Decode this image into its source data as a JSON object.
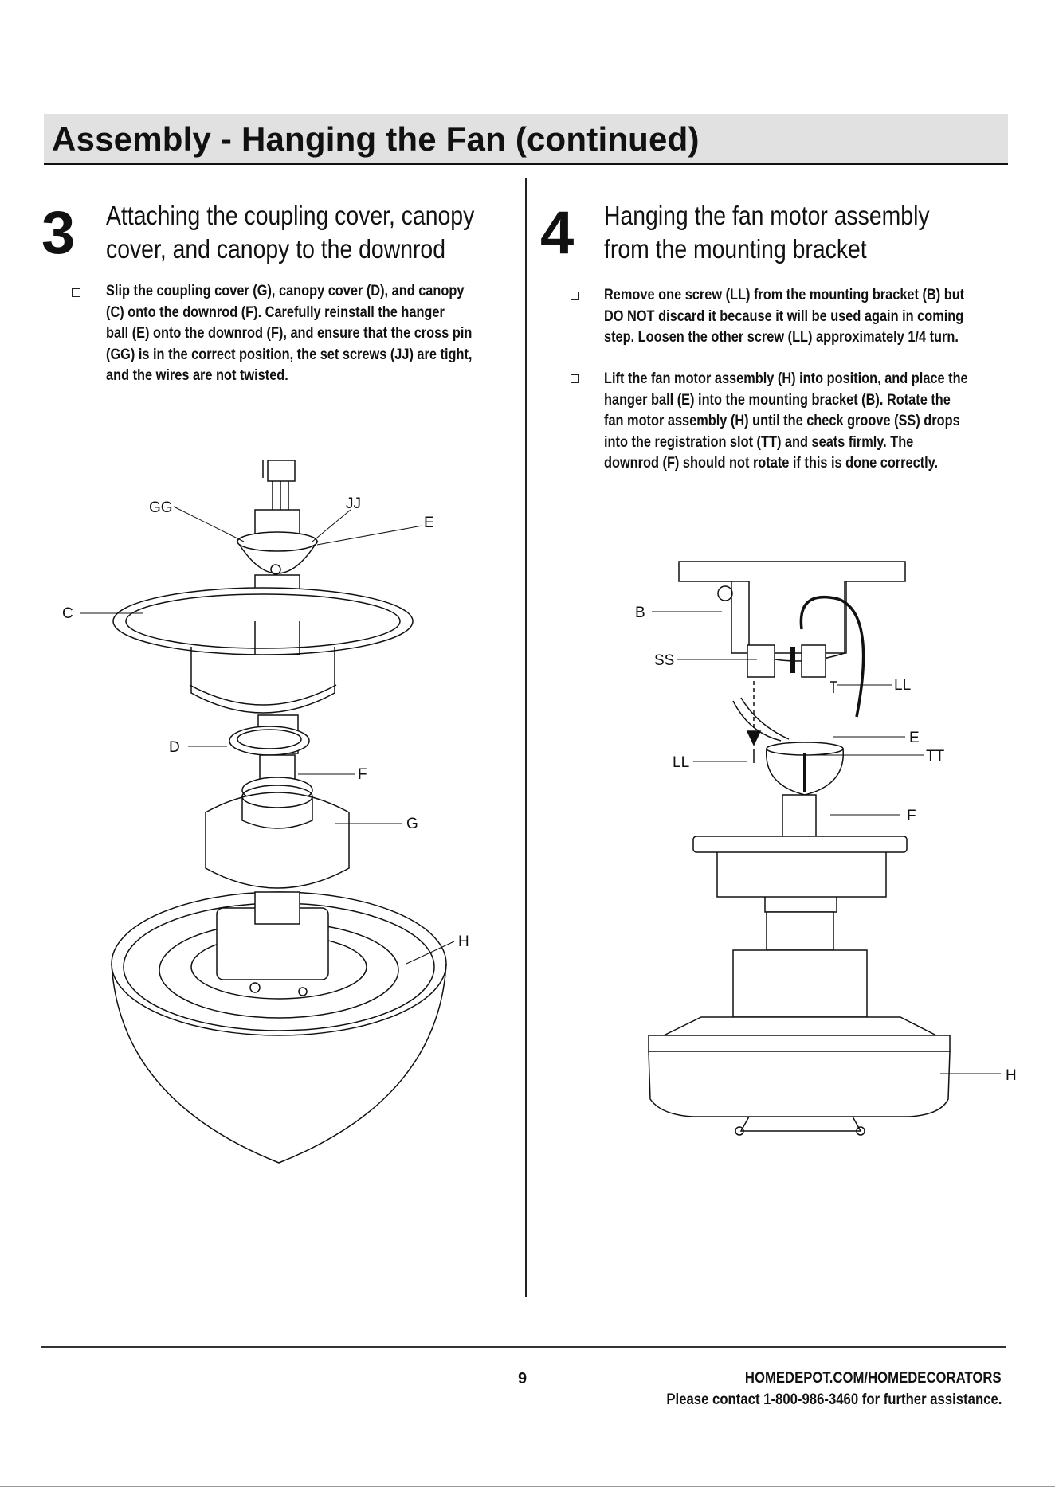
{
  "header": {
    "title": "Assembly - Hanging the Fan (continued)"
  },
  "steps": [
    {
      "number": "3",
      "heading_line1": "Attaching the coupling cover, canopy",
      "heading_line2": "cover, and canopy to the downrod",
      "bullets": [
        {
          "lines": [
            "Slip the coupling cover (G), canopy cover (D), and canopy",
            "(C) onto the downrod (F). Carefully reinstall the hanger",
            "ball (E) onto the downrod (F), and ensure that the cross pin",
            "(GG) is in the correct position, the set screws (JJ) are tight,",
            "and the wires are not twisted."
          ]
        }
      ],
      "callouts": [
        "GG",
        "JJ",
        "E",
        "C",
        "D",
        "F",
        "G",
        "H"
      ]
    },
    {
      "number": "4",
      "heading_line1": "Hanging the fan motor assembly",
      "heading_line2": "from the mounting bracket",
      "bullets": [
        {
          "lines": [
            "Remove one screw (LL) from the mounting bracket (B) but",
            "DO NOT discard it because it will be used again in coming",
            "step. Loosen the other screw (LL) approximately 1/4 turn."
          ]
        },
        {
          "lines": [
            "Lift the fan motor assembly (H) into position, and place the",
            "hanger ball (E) into the mounting bracket (B). Rotate the",
            "fan motor assembly (H) until the check groove (SS) drops",
            "into the registration slot (TT) and seats firmly. The",
            "downrod (F) should not rotate if this is done correctly."
          ]
        }
      ],
      "callouts": [
        "B",
        "SS",
        "LL",
        "E",
        "LL",
        "TT",
        "F",
        "H"
      ]
    }
  ],
  "footer": {
    "page_number": "9",
    "url": "HOMEDEPOT.COM/HOMEDECORATORS",
    "contact": "Please contact 1-800-986-3460 for further assistance."
  }
}
